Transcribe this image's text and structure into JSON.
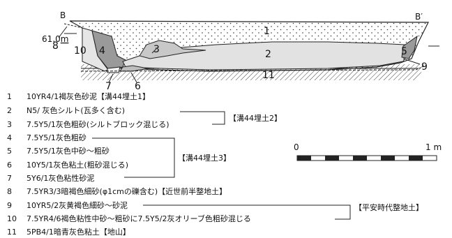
{
  "section": {
    "left_point": "B",
    "right_point": "B′",
    "elevation_value": "61.0",
    "elevation_unit": "m",
    "layer_numbers": [
      "1",
      "2",
      "3",
      "4",
      "5",
      "6",
      "7",
      "8",
      "9",
      "10",
      "11"
    ]
  },
  "legend": [
    {
      "num": "1",
      "text": "10YR4/1褐灰色砂泥【溝44埋土1】"
    },
    {
      "num": "2",
      "text": "N5/ 灰色シルト(瓦多く含む)"
    },
    {
      "num": "3",
      "text": "7.5Y5/1灰色粗砂(シルトブロック混じる)"
    },
    {
      "num": "4",
      "text": "7.5Y5/1灰色粗砂"
    },
    {
      "num": "5",
      "text": "7.5Y5/1灰色中砂～粗砂"
    },
    {
      "num": "6",
      "text": "10Y5/1灰色粘土(粗砂混じる)"
    },
    {
      "num": "7",
      "text": "5Y6/1灰色粘性砂泥"
    },
    {
      "num": "8",
      "text": "7.5YR3/3暗褐色細砂(φ1cmの礫含む)【近世前半整地土】"
    },
    {
      "num": "9",
      "text": "10YR5/2灰黄褐色細砂～砂泥"
    },
    {
      "num": "10",
      "text": "7.5YR4/6褐色粘性中砂～粗砂に7.5Y5/2灰オリーブ色粗砂混じる"
    },
    {
      "num": "11",
      "text": "5PB4/1暗青灰色粘土【地山】"
    }
  ],
  "groups": {
    "fill2": "【溝44埋土2】",
    "fill3": "【溝44埋土3】",
    "heian": "【平安時代整地土】"
  },
  "scale": {
    "start": "0",
    "end": "1 m"
  }
}
